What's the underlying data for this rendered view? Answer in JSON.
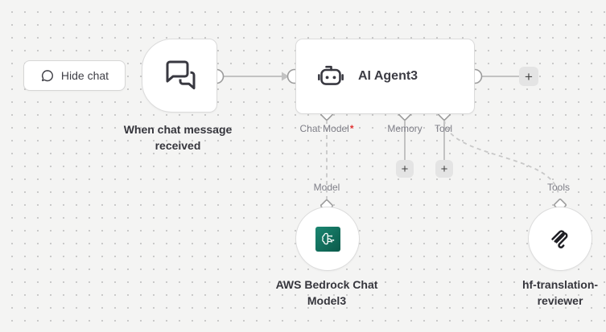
{
  "ui": {
    "plus": "+",
    "required_marker": "*"
  },
  "colors": {
    "canvas_bg": "#f4f4f3",
    "canvas_dot": "#c9c9c9",
    "node_bg": "#ffffff",
    "node_border": "#dbdbdb",
    "wire": "#c2c2c2",
    "title_text": "#36363d",
    "port_label_text": "#7e7e87",
    "required_asterisk": "#e03131",
    "plus_button_bg": "#e4e4e4",
    "bedrock_icon_gradient_start": "#1b8671",
    "bedrock_icon_gradient_end": "#0b5a4a",
    "icon_dark": "#383840"
  },
  "chat_button": {
    "label": "Hide chat",
    "icon": "speech-bubble-icon"
  },
  "trigger_node": {
    "title": "When chat message received",
    "icon": "chat-messages-icon"
  },
  "agent_node": {
    "title": "AI Agent3",
    "icon": "robot-icon",
    "ports": {
      "chat_model": "Chat Model",
      "memory": "Memory",
      "tool": "Tool"
    }
  },
  "model_node": {
    "connector_label": "Model",
    "title": "AWS Bedrock Chat Model3",
    "icon": "aws-bedrock-brain-icon"
  },
  "tool_node": {
    "connector_label": "Tools",
    "title": "hf-translation-reviewer",
    "icon": "mcp-squiggle-icon"
  }
}
